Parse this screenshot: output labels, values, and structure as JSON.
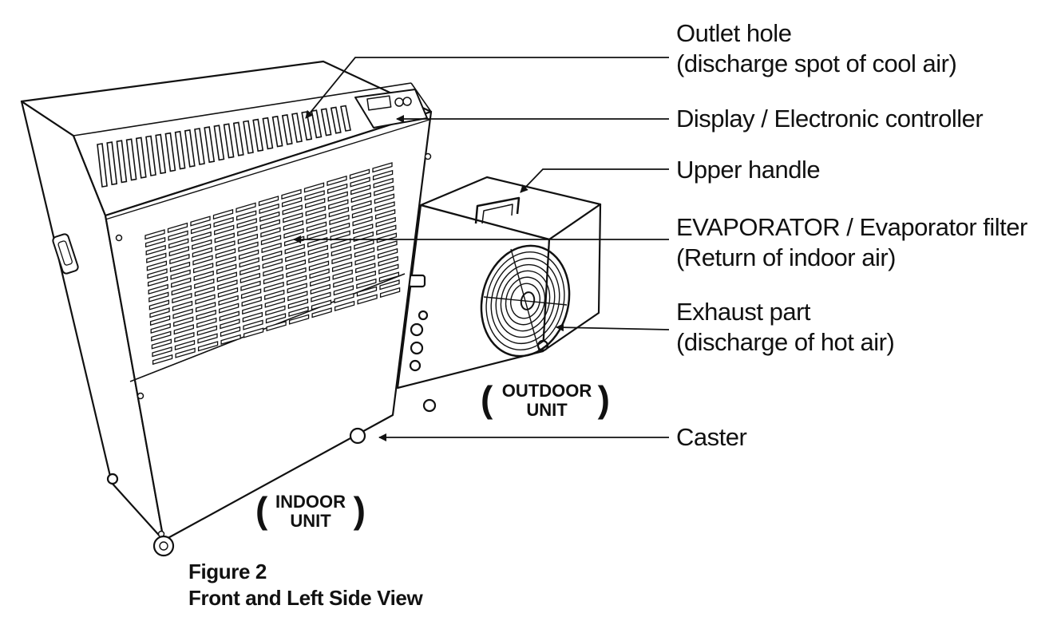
{
  "callouts": {
    "outlet_hole": [
      "Outlet hole",
      "(discharge spot of cool air)"
    ],
    "display": [
      "Display / Electronic controller"
    ],
    "upper_handle": [
      "Upper handle"
    ],
    "evaporator": [
      "EVAPORATOR / Evaporator filter",
      "(Return of indoor air)"
    ],
    "exhaust": [
      "Exhaust part",
      "(discharge of hot air)"
    ],
    "caster": [
      "Caster"
    ]
  },
  "units": {
    "outdoor": {
      "paren_open": "(",
      "line1": "OUTDOOR",
      "line2": "UNIT",
      "paren_close": ")"
    },
    "indoor": {
      "paren_open": "(",
      "line1": "INDOOR",
      "line2": "UNIT",
      "paren_close": ")"
    }
  },
  "caption": {
    "figure": "Figure 2",
    "title": "Front and Left Side View"
  },
  "colors": {
    "ink": "#111111",
    "paper": "#ffffff"
  }
}
